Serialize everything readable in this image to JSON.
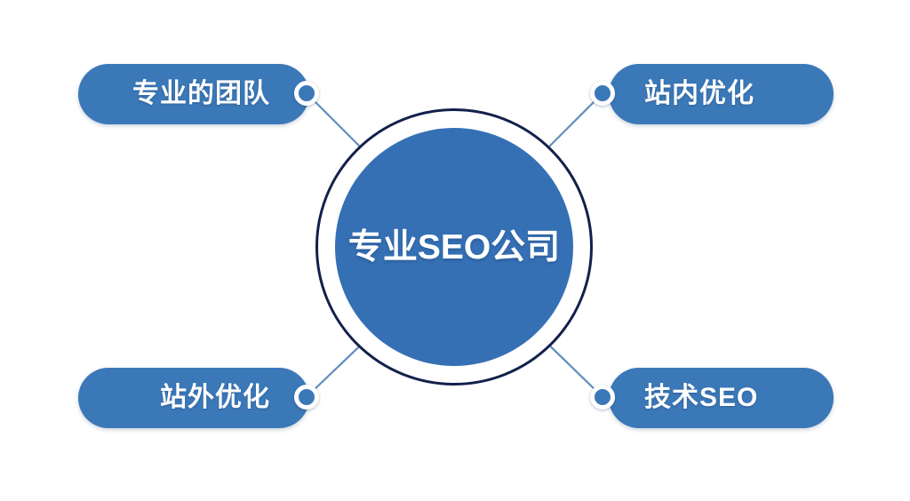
{
  "diagram": {
    "title": "专业SEO公司",
    "center": {
      "label": "专业SEO公司",
      "fill_color": "#3570b5",
      "ring_color": "#12204a"
    },
    "background_color": "#ffffff",
    "branch_color": "#3b78b8",
    "connector_color": "#5f8dbd",
    "branches": [
      {
        "id": "professional-team",
        "label": "专业的团队",
        "position": "top-left"
      },
      {
        "id": "onsite-optimization",
        "label": "站内优化",
        "position": "top-right"
      },
      {
        "id": "offsite-optimization",
        "label": "站外优化",
        "position": "bottom-left"
      },
      {
        "id": "technical-seo",
        "label": "技术SEO",
        "position": "bottom-right"
      }
    ]
  }
}
